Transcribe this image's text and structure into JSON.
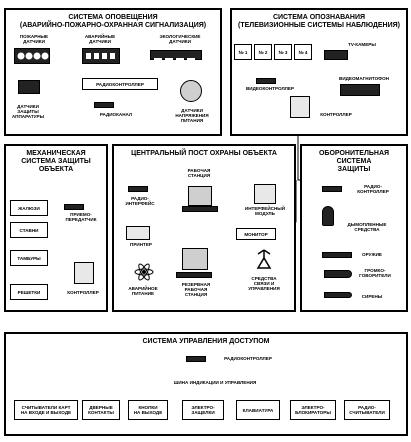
{
  "alarm": {
    "title": "СИСТЕМА ОПОВЕЩЕНИЯ\n(АВАРИЙНО-ПОЖАРНО-ОХРАННАЯ СИГНАЛИЗАЦИЯ)",
    "fire_sensors": "ПОЖАРНЫЕ\nДАТЧИКИ",
    "emergency_sensors": "АВАРИЙНЫЕ\nДАТЧИКИ",
    "ecology_sensors": "ЭКОЛОГИЧЕСКИЕ\nДАТЧИКИ",
    "radiocontroller": "РАДИОКОНТРОЛЛЕР",
    "radiochannel": "РАДИОКАНАЛ",
    "protect_sensors": "ДАТЧИКИ\nЗАЩИТЫ\nАППАРАТУРЫ",
    "voltage_sensors": "ДАТЧИКИ\nНАПРЯЖЕНИЯ\nПИТАНИЯ"
  },
  "identify": {
    "title": "СИСТЕМА ОПОЗНАВАНИЯ\n(ТЕЛЕВИЗИОННЫЕ СИСТЕМЫ НАБЛЮДЕНИЯ)",
    "cams": [
      "№ 1",
      "№ 2",
      "№ 3",
      "№ 4"
    ],
    "tv_cameras": "TV-КАМЕРЫ",
    "videocontroller": "ВИДЕОКОНТРОЛЛЕР",
    "videomagnitofon": "ВИДЕОМАГНИТОФОН",
    "controller": "КОНТРОЛЛЕР"
  },
  "mechanical": {
    "title": "МЕХАНИЧЕСКАЯ\nСИСТЕМА ЗАЩИТЫ\nОБЪЕКТА",
    "items": [
      "ЖАЛЮЗИ",
      "СТАВНИ",
      "ТАМБУРЫ",
      "РЕШЕТКИ"
    ],
    "transceiver": "ПРИЕМО-\nПЕРЕДАТЧИК",
    "controller": "КОНТРОЛЛЕР"
  },
  "central": {
    "title": "ЦЕНТРАЛЬНЫЙ ПОСТ ОХРАНЫ ОБЪЕКТА",
    "workstation": "РАБОЧАЯ\nСТАНЦИЯ",
    "radio_interface": "РАДИО-\nИНТЕРФЕЙС",
    "interface_module": "ИНТЕРФЕЙСНЫЙ\nМОДУЛЬ",
    "printer": "ПРИНТЕР",
    "monitor": "МОНИТОР",
    "emergency_power": "АВАРИЙНОЕ\nПИТАНИЕ",
    "reserve_station": "РЕЗЕРВНАЯ\nРАБОЧАЯ\nСТАНЦИЯ",
    "comms": "СРЕДСТВА\nСВЯЗИ И\nУПРАВЛЕНИЯ"
  },
  "defense": {
    "title": "ОБОРОНИТЕЛЬНАЯ\nСИСТЕМА\nЗАЩИТЫ",
    "radiocontroller": "РАДИО-\nКОНТРОЛЛЕР",
    "smoke": "ДЫМОПЛЕННЫЕ\nСРЕДСТВА",
    "weapon": "ОРУЖИЕ",
    "speakers": "ГРОМКО-\nГОВОРИТЕЛИ",
    "sirens": "СИРЕНЫ"
  },
  "access": {
    "title": "СИСТЕМА УПРАВЛЕНИЯ ДОСТУПОМ",
    "radiocontroller": "РАДИОКОНТРОЛЛЕР",
    "bus": "ШИНА ИНДИКАЦИИ И УПРАВЛЕНИЯ",
    "items": [
      "СЧИТЫВАТЕЛИ КАРТ\nНА ВХОДЕ И ВЫХОДЕ",
      "ДВЕРНЫЕ\nКОНТАКТЫ",
      "КНОПКИ\nНА ВЫХОДЕ",
      "ЭЛЕКТРО-\nЗАЩЕЛКИ",
      "КЛАВИАТУРА",
      "ЭЛЕКТРО-\nБЛОКИРАТОРЫ",
      "РАДИО-\nСЧИТЫВАТЕЛИ"
    ]
  }
}
